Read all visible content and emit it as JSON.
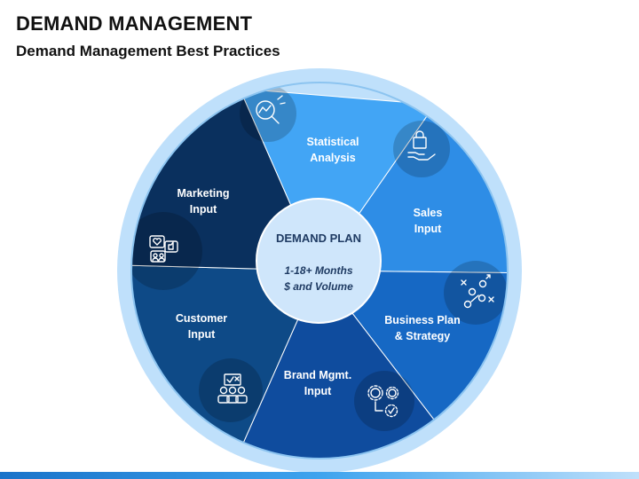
{
  "header": {
    "title": "DEMAND MANAGEMENT",
    "subtitle": "Demand Management Best Practices"
  },
  "center": {
    "title": "DEMAND PLAN",
    "line1": "1-18+ Months",
    "line2": "$ and Volume"
  },
  "segments": [
    {
      "line1": "Statistical",
      "line2": "Analysis",
      "icon": "search-analysis-icon",
      "color": "#42a5f5"
    },
    {
      "line1": "Sales",
      "line2": "Input",
      "icon": "shopping-hand-icon",
      "color": "#2e8de6"
    },
    {
      "line1": "Business Plan",
      "line2": "& Strategy",
      "icon": "strategy-play-icon",
      "color": "#1668c4"
    },
    {
      "line1": "Brand Mgmt.",
      "line2": "Input",
      "icon": "gears-process-icon",
      "color": "#0f4c9e"
    },
    {
      "line1": "Customer",
      "line2": "Input",
      "icon": "customers-icon",
      "color": "#0e4a87"
    },
    {
      "line1": "Marketing",
      "line2": "Input",
      "icon": "social-media-icon",
      "color": "#0a305e"
    }
  ],
  "colors": {
    "outer_ring": "#bfe0fb",
    "ring_stroke": "#8cc4f0",
    "center_fill": "#cfe6fb",
    "icon_circle": "rgba(0,0,0,0.18)"
  }
}
